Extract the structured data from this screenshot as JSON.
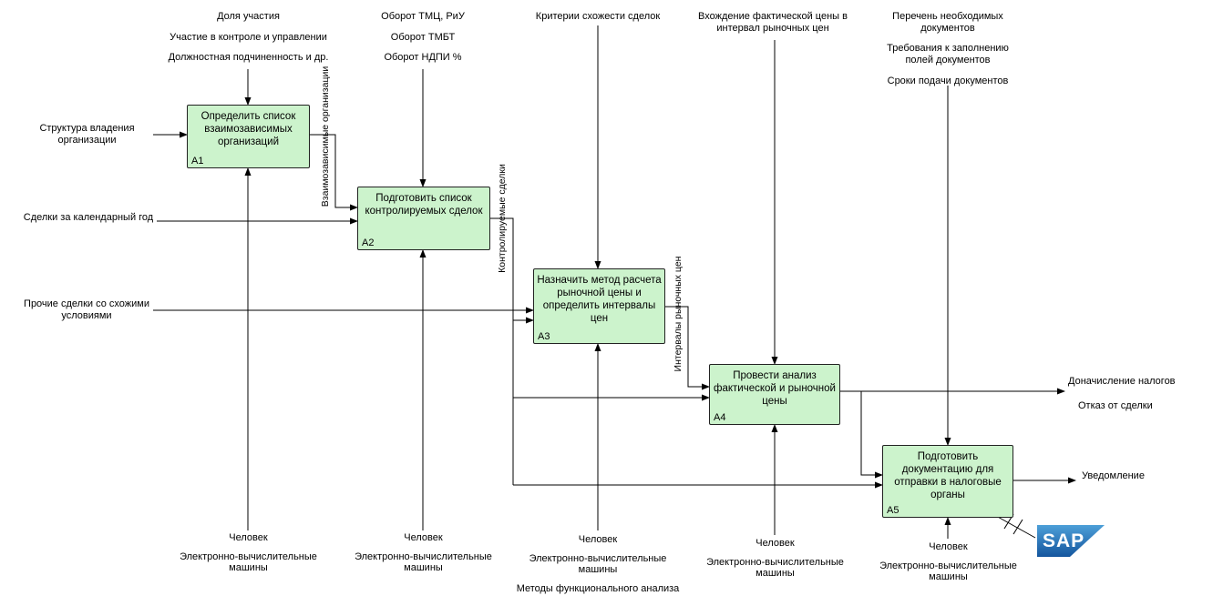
{
  "diagram": {
    "notation": "IDEF0",
    "box_fill_color": "#ccf3cc",
    "line_color": "#000000",
    "sap_logo_color": "#1a6fb8"
  },
  "boxes": [
    {
      "id": "A1",
      "label": "Определить список взаимозависимых организаций"
    },
    {
      "id": "A2",
      "label": "Подготовить список контролируемых сделок"
    },
    {
      "id": "A3",
      "label": "Назначить метод расчета рыночной цены и определить интервалы цен"
    },
    {
      "id": "A4",
      "label": "Провести анализ фактической и рыночной цены"
    },
    {
      "id": "A5",
      "label": "Подготовить документацию для отправки в налоговые органы"
    }
  ],
  "controls": [
    {
      "labels": [
        "Доля участия",
        "Участие в контроле и управлении",
        "Должностная подчиненность и др."
      ]
    },
    {
      "labels": [
        "Оборот ТМЦ, РиУ",
        "Оборот ТМБТ",
        "Оборот НДПИ %"
      ]
    },
    {
      "labels": [
        "Критерии схожести сделок"
      ]
    },
    {
      "labels": [
        "Вхождение фактической цены в интервал рыночных цен"
      ]
    },
    {
      "labels": [
        "Перечень необходимых документов",
        "Требования к заполнению полей документов",
        "Сроки подачи документов"
      ]
    }
  ],
  "inputs": [
    {
      "label": "Структура владения организации"
    },
    {
      "label": "Сделки за календарный год"
    },
    {
      "label": "Прочие сделки со схожими условиями"
    }
  ],
  "flows": [
    {
      "label": "Взаимозависимые организации"
    },
    {
      "label": "Контролируемые сделки"
    },
    {
      "label": "Интервалы рыночных цен"
    }
  ],
  "outputs": [
    {
      "label": "Доначисление налогов"
    },
    {
      "label": "Отказ от сделки"
    },
    {
      "label": "Уведомление"
    }
  ],
  "mechanisms": [
    {
      "labels": [
        "Человек",
        "Электронно-вычислительные машины"
      ]
    },
    {
      "labels": [
        "Человек",
        "Электронно-вычислительные машины"
      ]
    },
    {
      "labels": [
        "Человек",
        "Электронно-вычислительные машины",
        "Методы функционального анализа"
      ]
    },
    {
      "labels": [
        "Человек",
        "Электронно-вычислительные машины"
      ]
    },
    {
      "labels": [
        "Человек",
        "Электронно-вычислительные машины"
      ]
    }
  ],
  "logo": {
    "text": "SAP"
  }
}
